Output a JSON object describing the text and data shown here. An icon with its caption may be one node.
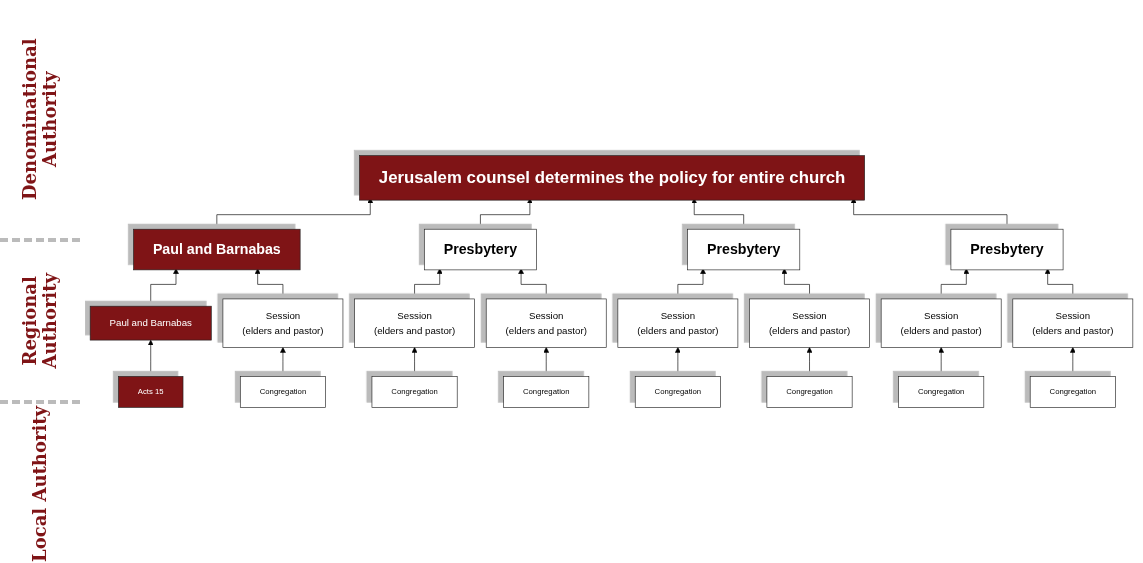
{
  "diagram": {
    "nodes": [
      {
        "text": [
          "Jerusalem counsel determines the policy for entire church"
        ]
      },
      {
        "text": [
          "Paul and Barnabas"
        ]
      },
      {
        "text": [
          "Presbytery"
        ]
      },
      {
        "text": [
          "Presbytery"
        ]
      },
      {
        "text": [
          "Presbytery"
        ]
      },
      {
        "text": [
          "Paul and Barnabas"
        ]
      },
      {
        "text": [
          "Session",
          "(elders and pastor)"
        ]
      },
      {
        "text": [
          "Session",
          "(elders and pastor)"
        ]
      },
      {
        "text": [
          "Session",
          "(elders and pastor)"
        ]
      },
      {
        "text": [
          "Session",
          "(elders and pastor)"
        ]
      },
      {
        "text": [
          "Session",
          "(elders and pastor)"
        ]
      },
      {
        "text": [
          "Session",
          "(elders and pastor)"
        ]
      },
      {
        "text": [
          "Session",
          "(elders and pastor)"
        ]
      },
      {
        "text": [
          "Acts 15"
        ]
      },
      {
        "text": [
          "Congregation"
        ]
      },
      {
        "text": [
          "Congregation"
        ]
      },
      {
        "text": [
          "Congregation"
        ]
      },
      {
        "text": [
          "Congregation"
        ]
      },
      {
        "text": [
          "Congregation"
        ]
      },
      {
        "text": [
          "Congregation"
        ]
      },
      {
        "text": [
          "Congregation"
        ]
      }
    ],
    "edges": [
      {
        "from": 1,
        "to": 0,
        "arrow": "to"
      },
      {
        "from": 2,
        "to": 0,
        "arrow": "to"
      },
      {
        "from": 3,
        "to": 0,
        "arrow": "to"
      },
      {
        "from": 4,
        "to": 0,
        "arrow": "to"
      },
      {
        "from": 5,
        "to": 1,
        "arrow": "to"
      },
      {
        "from": 6,
        "to": 1,
        "arrow": "to"
      },
      {
        "from": 7,
        "to": 2,
        "arrow": "to"
      },
      {
        "from": 8,
        "to": 2,
        "arrow": "to"
      },
      {
        "from": 9,
        "to": 3,
        "arrow": "to"
      },
      {
        "from": 10,
        "to": 3,
        "arrow": "to"
      },
      {
        "from": 11,
        "to": 4,
        "arrow": "to"
      },
      {
        "from": 12,
        "to": 4,
        "arrow": "to"
      },
      {
        "from": 13,
        "to": 5,
        "arrow": "to"
      },
      {
        "from": 14,
        "to": 6,
        "arrow": "to"
      },
      {
        "from": 15,
        "to": 7,
        "arrow": "to"
      },
      {
        "from": 16,
        "to": 8,
        "arrow": "to"
      },
      {
        "from": 17,
        "to": 9,
        "arrow": "to"
      },
      {
        "from": 18,
        "to": 10,
        "arrow": "to"
      },
      {
        "from": 19,
        "to": 11,
        "arrow": "to"
      },
      {
        "from": 20,
        "to": 12,
        "arrow": "to"
      }
    ],
    "labels": [
      "Denominational Authority",
      "Regional Authority",
      "Local Authority"
    ]
  }
}
